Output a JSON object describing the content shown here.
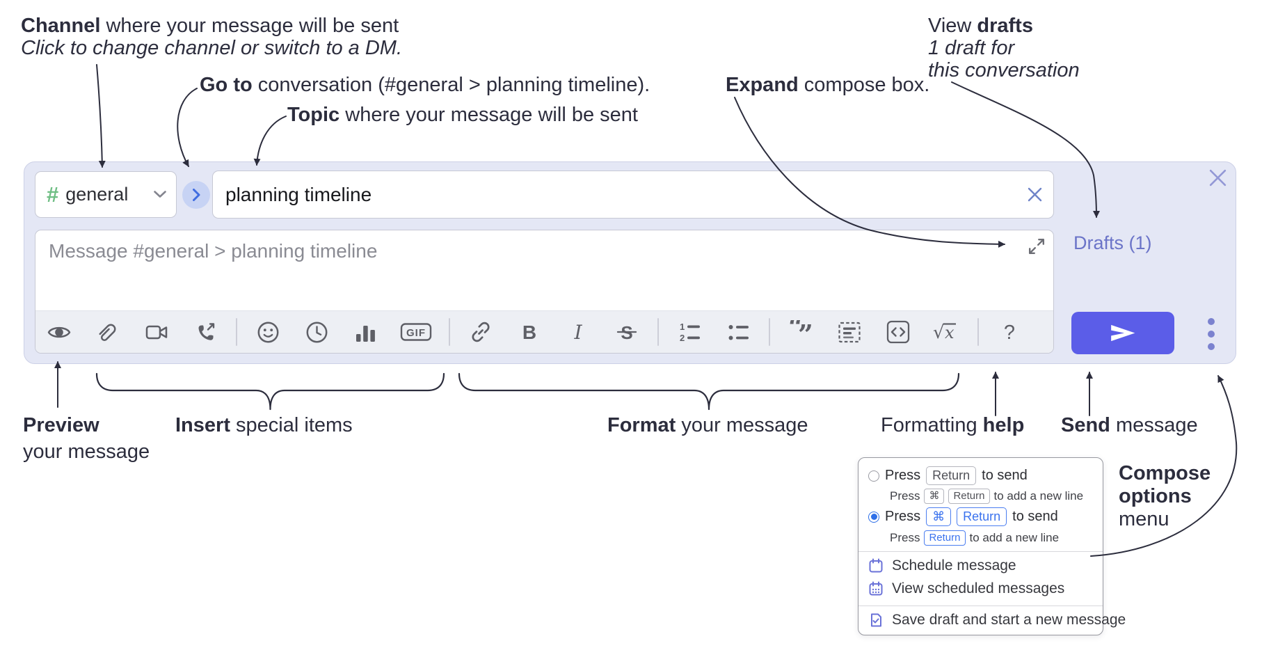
{
  "colors": {
    "container_bg": "#e4e7f5",
    "accent_send_button": "#5b5de8",
    "drafts_link": "#6b74c8",
    "channel_hash_green": "#6fbe84",
    "keycap_blue": "#3a72ee",
    "radio_selected_blue": "#2e6fe8",
    "annotation_ink": "#2c2d3d",
    "toolbar_icon_gray": "#5e5f66",
    "menu_icon_purple": "#6a72d8"
  },
  "annotations": {
    "channel": {
      "bold": "Channel",
      "rest": " where your message will be sent",
      "sub": "Click to change channel or switch to a DM."
    },
    "goto": {
      "bold": "Go to",
      "rest": " conversation (#general > planning timeline)."
    },
    "topic": {
      "bold": "Topic",
      "rest": " where your message will be sent"
    },
    "expand": {
      "bold": "Expand",
      "rest": " compose box."
    },
    "drafts": {
      "pre": "View ",
      "bold": "drafts",
      "line2": "1 draft for",
      "line3": "this conversation"
    },
    "preview": {
      "bold": "Preview",
      "line2": "your message"
    },
    "insert": {
      "bold": "Insert",
      "rest": " special items"
    },
    "format": {
      "bold": "Format",
      "rest": " your message"
    },
    "help": {
      "pre": "Formatting ",
      "bold": "help"
    },
    "send": {
      "bold": "Send",
      "rest": " message"
    },
    "compose_options": {
      "line1": "Compose",
      "line2": "options",
      "line3": "menu"
    }
  },
  "compose": {
    "channel_hash": "#",
    "channel_name": "general",
    "topic_value": "planning timeline",
    "message_placeholder": "Message #general > planning timeline",
    "drafts_label": "Drafts (1)"
  },
  "toolbar": {
    "icon_names": [
      "preview-eye",
      "attach-paperclip",
      "video-call",
      "voice-call",
      "emoji",
      "global-time",
      "poll",
      "gif",
      "link",
      "bold",
      "italic",
      "strikethrough",
      "numbered-list",
      "bulleted-list",
      "quote",
      "spoiler",
      "code",
      "math",
      "help"
    ],
    "glyphs": {
      "bold": "B",
      "italic": "I",
      "strike": "S",
      "gif": "GIF",
      "help": "?",
      "math_root": "√",
      "math_x": "x",
      "quote_open": "“",
      "quote_close": "”",
      "num1": "1",
      "num2": "2"
    }
  },
  "popup": {
    "option1": {
      "pre": "Press",
      "key": "Return",
      "post": "to send",
      "sub_pre": "Press",
      "sub_key1": "⌘",
      "sub_key2": "Return",
      "sub_post": "to add a new line"
    },
    "option2": {
      "pre": "Press",
      "key1": "⌘",
      "key2": "Return",
      "post": "to send",
      "sub_pre": "Press",
      "sub_key": "Return",
      "sub_post": "to add a new line"
    },
    "menu_items": [
      {
        "label": "Schedule message"
      },
      {
        "label": "View scheduled messages"
      },
      {
        "label": "Save draft and start a new message"
      }
    ]
  }
}
